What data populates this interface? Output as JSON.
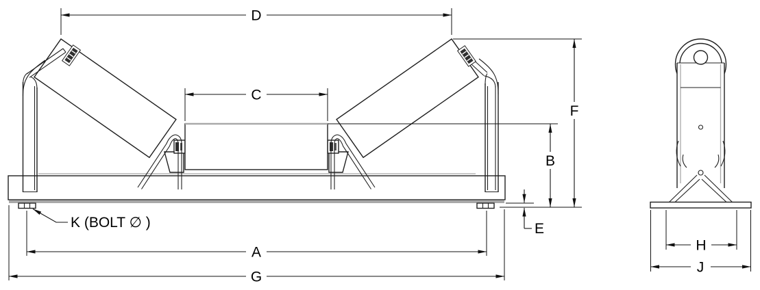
{
  "front_view": {
    "dimensions": {
      "d": "D",
      "c": "C",
      "f": "F",
      "b": "B",
      "e": "E",
      "a": "A",
      "g": "G"
    },
    "bolt_callout": "K (BOLT  ∅ )"
  },
  "side_view": {
    "dimensions": {
      "h": "H",
      "j": "J"
    }
  },
  "colors": {
    "line": "#1f1f1f",
    "dimension_line": "#111111",
    "secondary_gray": "#a9a9a9",
    "clip_dark": "#2f2f2f",
    "background": "#ffffff",
    "label_text": "#000000"
  }
}
